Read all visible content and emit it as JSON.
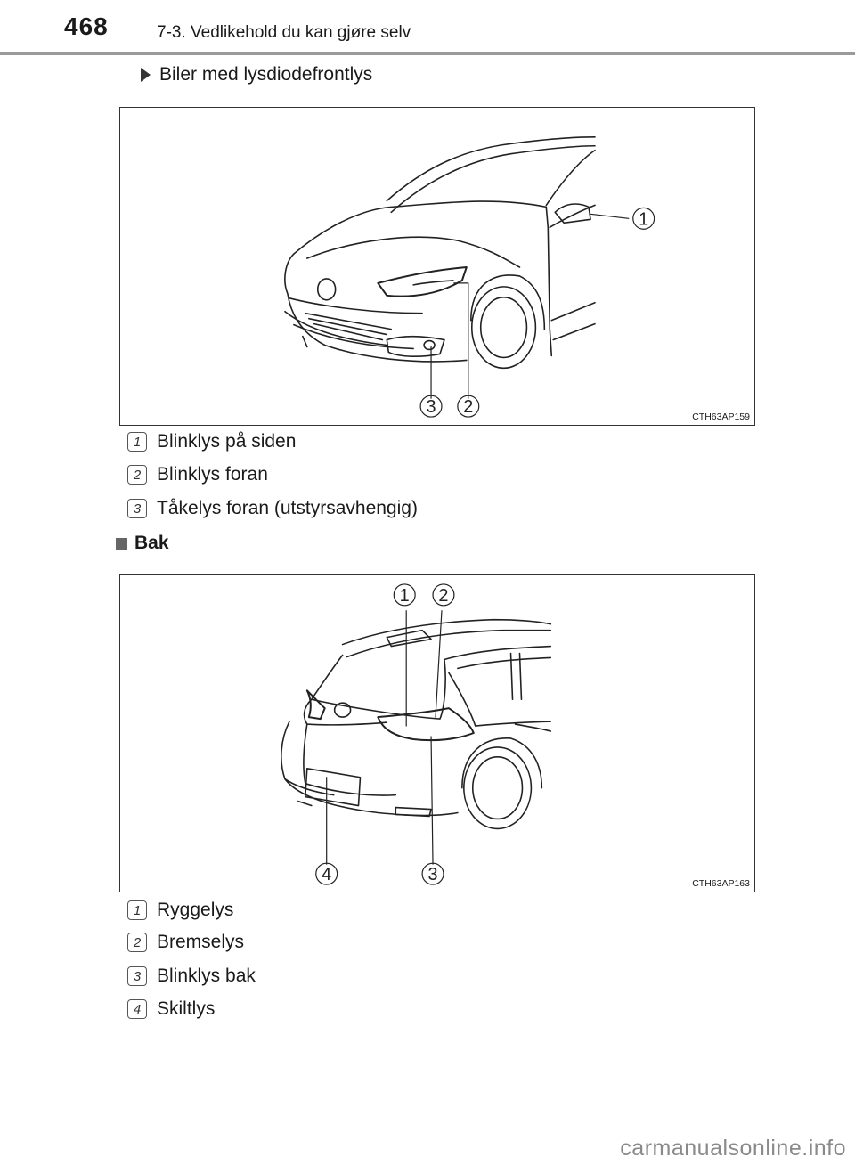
{
  "header": {
    "page_number": "468",
    "chapter": "7-3. Vedlikehold du kan gjøre selv"
  },
  "front": {
    "subheading": "Biler med lysdiodefrontlys",
    "figure_code": "CTH63AP159",
    "callouts": [
      "1",
      "2",
      "3"
    ],
    "items": [
      {
        "num": "1",
        "label": "Blinklys på siden"
      },
      {
        "num": "2",
        "label": "Blinklys foran"
      },
      {
        "num": "3",
        "label": "Tåkelys foran (utstyrsavhengig)"
      }
    ]
  },
  "rear": {
    "section_title": "Bak",
    "figure_code": "CTH63AP163",
    "callouts": [
      "1",
      "2",
      "3",
      "4"
    ],
    "items": [
      {
        "num": "1",
        "label": "Ryggelys"
      },
      {
        "num": "2",
        "label": "Bremselys"
      },
      {
        "num": "3",
        "label": "Blinklys bak"
      },
      {
        "num": "4",
        "label": "Skiltlys"
      }
    ]
  },
  "footer": {
    "watermark": "carmanualsonline.info"
  }
}
